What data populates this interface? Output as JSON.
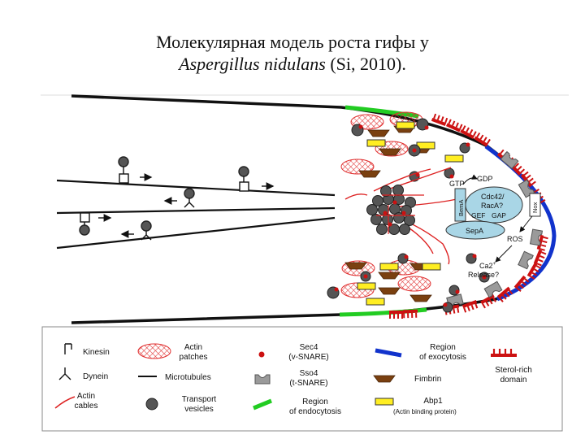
{
  "slide": {
    "title_line1": "Молекулярная модель роста гифы у",
    "title_species": "Aspergillus nidulans",
    "title_citation": " (Si, 2010)."
  },
  "diagram": {
    "labels": {
      "gtp": "GTP",
      "gdp": "GDP",
      "cdc42": "Cdc42/",
      "rac_a": "RacA?",
      "gef": "GEF",
      "gap": "GAP",
      "bem_a": "BemA",
      "sep_a": "SepA",
      "nox": "Nox",
      "ros": "ROS",
      "ca2_line1": "Ca2",
      "ca2_sup": "+",
      "ca2_line2": "Release?"
    }
  },
  "legend": {
    "kinesin": "Kinesin",
    "dynein": "Dynein",
    "actin_cables": [
      "Actin",
      "cables"
    ],
    "actin_patches": [
      "Actin",
      "patches"
    ],
    "microtubules": "Microtubules",
    "transport_vesicles": [
      "Transport",
      "vesicles"
    ],
    "sec4": [
      "Sec4",
      "(v-SNARE)"
    ],
    "sso4": [
      "Sso4",
      "(t-SNARE)"
    ],
    "endocytosis": [
      "Region",
      "of endocytosis"
    ],
    "exocytosis": [
      "Region",
      "of exocytosis"
    ],
    "fimbrin": "Fimbrin",
    "abp1": "Abp1",
    "abp1_note": "(Actin binding protein)",
    "sterol": [
      "Sterol-rich",
      "domain"
    ]
  },
  "colors": {
    "membrane_black": "#111111",
    "endocytosis_green": "#22cc22",
    "exocytosis_blue": "#1133cc",
    "sterol_red": "#cc1111",
    "actin_cable_red": "#dd2222",
    "fimbrin_brown": "#7a4010",
    "abp1_yellow": "#ffee22",
    "sso4_gray": "#9a9a9a",
    "polarisome_blue": "#a9d6e6"
  }
}
